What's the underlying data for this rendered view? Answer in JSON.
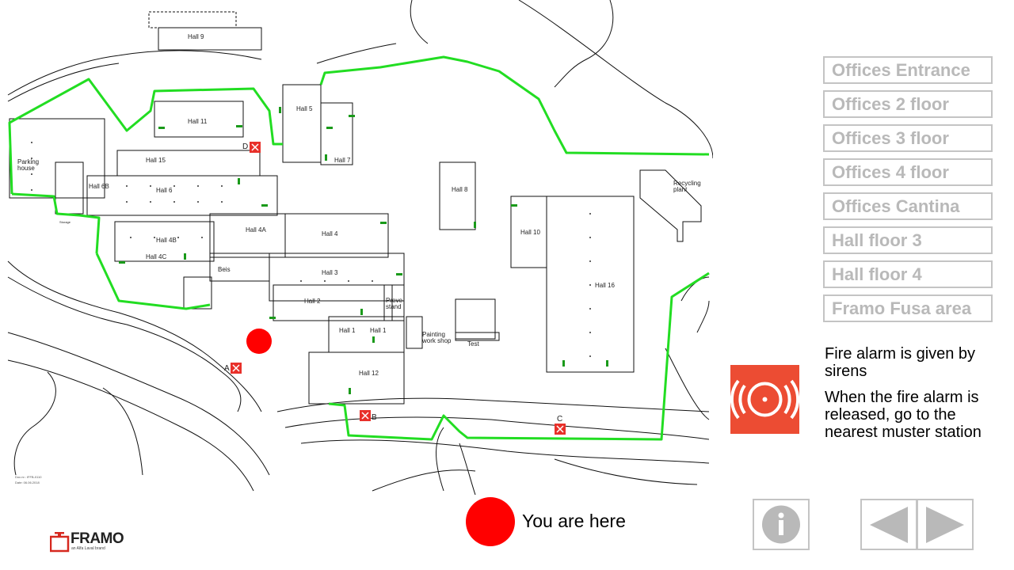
{
  "map": {
    "labels": {
      "hall9": "Hall 9",
      "hall11": "Hall 11",
      "hall5": "Hall 5",
      "hall7": "Hall 7",
      "hall15": "Hall 15",
      "hall6b": "Hall 6B",
      "hall6": "Hall 6",
      "parking1": "Parking",
      "parking2": "house",
      "hall4b": "Hall 4B",
      "hall4c": "Hall 4C",
      "hall4a": "Hall 4A",
      "hall4": "Hall 4",
      "beis": "Beis",
      "hall3": "Hall 3",
      "hall2": "Hall 2",
      "preve1": "Preve-",
      "preve2": "stand",
      "hall1a": "Hall 1",
      "hall1b": "Hall 1",
      "hall12": "Hall 12",
      "paint1": "Painting",
      "paint2": "work shop",
      "test": "Test",
      "hall8": "Hall 8",
      "hall10": "Hall 10",
      "hall16": "Hall 16",
      "recycling1": "Recycling",
      "recycling2": "plant",
      "storage": "Storage"
    },
    "muster_stations": {
      "a": "A",
      "b": "B",
      "c": "C",
      "d": "D"
    },
    "doc_no": "Doc.nr.: IFFB-0110",
    "doc_date": "Date: 06.06.2018"
  },
  "nav": {
    "items": [
      "Offices Entrance",
      "Offices 2 floor",
      "Offices 3 floor",
      "Offices 4 floor",
      "Offices Cantina",
      "Hall floor 3",
      "Hall floor 4",
      "Framo Fusa area"
    ]
  },
  "info": {
    "line1": "Fire alarm is given by sirens",
    "line2": "When the fire alarm is released, go to the nearest muster station"
  },
  "legend": {
    "you_are_here": "You are here"
  },
  "brand": {
    "name": "FRAMO",
    "tagline": "an Alfa Laval brand"
  },
  "colors": {
    "escape_route": "#22dd22",
    "you_are_here": "#ff0000",
    "alarm": "#ec4c33",
    "button_border": "#c4c4c4"
  }
}
